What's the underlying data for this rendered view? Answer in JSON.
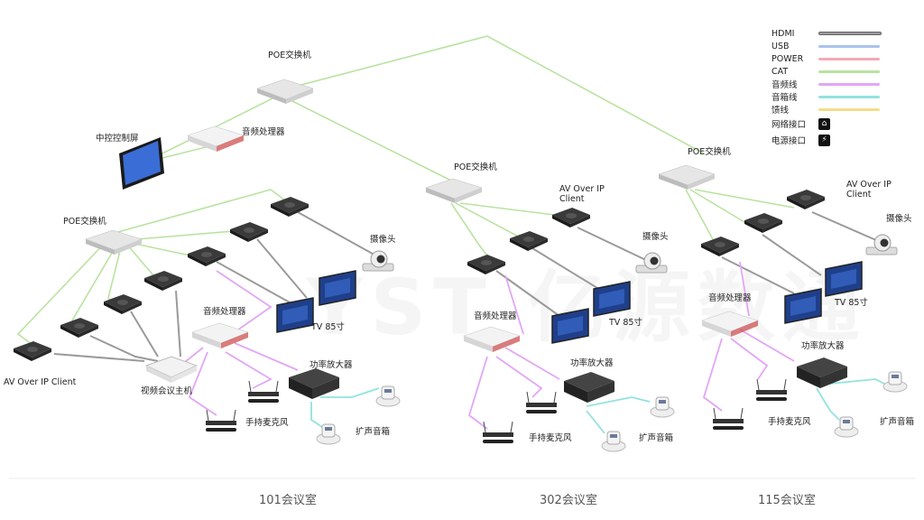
{
  "legend": {
    "items": [
      {
        "label": "HDMI",
        "color": "#9a9a9a"
      },
      {
        "label": "USB",
        "color": "#a9c4ee"
      },
      {
        "label": "POWER",
        "color": "#f5a9b4"
      },
      {
        "label": "CAT",
        "color": "#b9e3a0"
      },
      {
        "label": "音频线",
        "color": "#e2a6f5"
      },
      {
        "label": "音箱线",
        "color": "#92e2df"
      },
      {
        "label": "馈线",
        "color": "#f6dc8a"
      }
    ],
    "network_port": {
      "label": "网络接口",
      "icon": "network-port-icon"
    },
    "power_port": {
      "label": "电源接口",
      "icon": "power-port-icon"
    }
  },
  "watermark": "YST 亿源数通",
  "core": {
    "poe_switch": "POE交换机",
    "control_screen": "中控控制屏",
    "audio_processor": "音频处理器"
  },
  "room101": {
    "name": "101会议室",
    "poe_switch": "POE交换机",
    "client": "AV Over IP Client",
    "camera": "摄像头",
    "tv": "TV 85寸",
    "audio_processor": "音频处理器",
    "vc_host": "视频会议主机",
    "amplifier": "功率放大器",
    "mic": "手持麦克风",
    "speaker": "扩声音箱"
  },
  "room302": {
    "name": "302会议室",
    "poe_switch": "POE交换机",
    "client": "AV Over IP Client",
    "camera": "摄像头",
    "tv": "TV 85寸",
    "audio_processor": "音频处理器",
    "amplifier": "功率放大器",
    "mic": "手持麦克风",
    "speaker": "扩声音箱"
  },
  "room115": {
    "name": "115会议室",
    "poe_switch": "POE交换机",
    "client": "AV Over IP Client",
    "camera": "摄像头",
    "tv": "TV 85寸",
    "audio_processor": "音频处理器",
    "amplifier": "功率放大器",
    "mic": "手持麦克风",
    "speaker": "扩声音箱"
  }
}
